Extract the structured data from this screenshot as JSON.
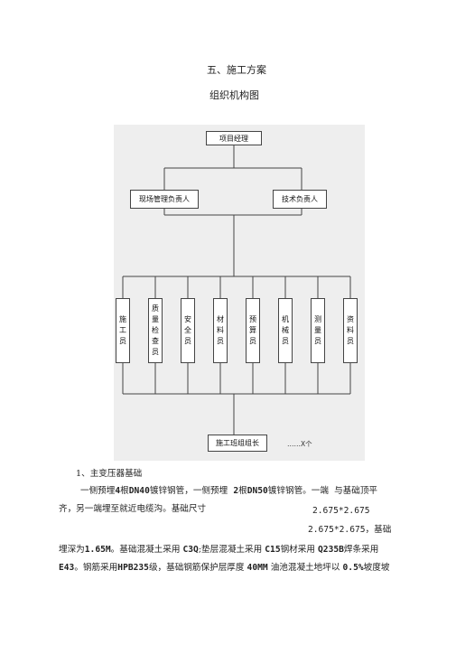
{
  "heading": "五、施工方案",
  "subheading": "组织机构图",
  "org": {
    "top": "项目经理",
    "left_mid": "现场管理负责人",
    "right_mid": "技术负责人",
    "roles": [
      [
        "施",
        "工",
        "员"
      ],
      [
        "质",
        "量",
        "检",
        "查",
        "员"
      ],
      [
        "安",
        "全",
        "员"
      ],
      [
        "材",
        "料",
        "员"
      ],
      [
        "预",
        "算",
        "员"
      ],
      [
        "机",
        "械",
        "员"
      ],
      [
        "测",
        "量",
        "员"
      ],
      [
        "资",
        "料",
        "员"
      ]
    ],
    "bottom": "施工班组组长",
    "bottom_note": "……X个"
  },
  "section1": {
    "title": "1、主变压器基础",
    "l1a": "一侧预埋",
    "l1b": "4",
    "l1c": "根",
    "l1d": "DN40",
    "l1e": "镀锌钢管，一侧预埋",
    "l1f": "2",
    "l1g": "根",
    "l1h": "DN50",
    "l1i": "镀锌钢管。一端",
    "l1j": "与基础顶平",
    "l2": "齐，另一端埋至就近电缆沟。基础尺寸",
    "dim1": "2.675*2.675",
    "dim2": "2.675*2.675，",
    "dim2b": "基础",
    "l4a": "埋深为",
    "l4b": "1.65M",
    "l4c": "。基础混凝土采用",
    "l4d": "C3Q",
    "l4e": ";垫层混凝土采用",
    "l4f": "C15",
    "l4g": "钢材采用",
    "l4h": "Q235B",
    "l4i": "焊条采用",
    "l5a": "E43",
    "l5b": "。钢筋采用",
    "l5c": "HPB235",
    "l5d": "级，基础钢筋保护层厚度",
    "l5e": "40MM",
    "l5f": "油池混凝土地坪以",
    "l5g": "0.5%",
    "l5h": "坡度坡"
  }
}
